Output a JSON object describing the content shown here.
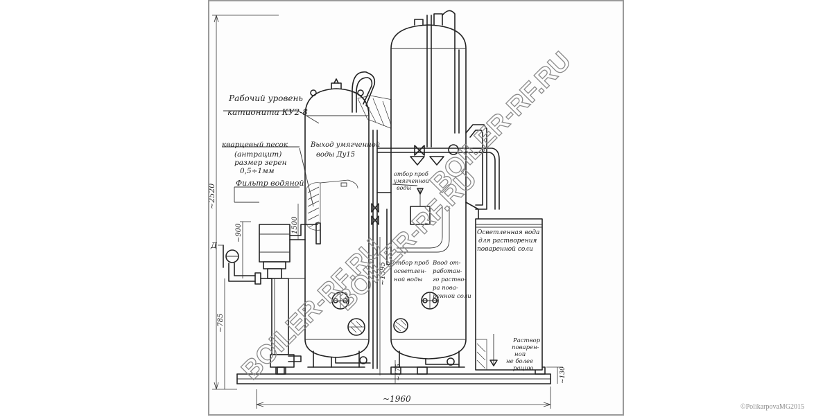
{
  "labels": {
    "work_level_1": "Рабочий уровень",
    "work_level_2": "катионита КУ2-8",
    "sand_1": "кварцевый песок",
    "sand_2": "(антрацит)",
    "sand_3": "размер зерен",
    "sand_4": "0,5÷1мм",
    "filter": "Фильтр водяной",
    "outlet_1": "Выход умягченной",
    "outlet_2": "воды Ду15",
    "sample_softened_1": "отбор проб",
    "sample_softened_2": "умягченной",
    "sample_softened_3": "воды",
    "sample_clarified_1": "отбор проб",
    "sample_clarified_2": "осветлен-",
    "sample_clarified_3": "ной воды",
    "regen_1": "Ввод от-",
    "regen_2": "работан-",
    "regen_3": "го раство-",
    "regen_4": "ра пова-",
    "regen_5": "ренной соли",
    "tank_1": "Осветленная вода",
    "tank_2": "для растворения",
    "tank_3": "поваренной соли",
    "brine_1": "Раствор",
    "brine_2": "поварен-",
    "brine_3": "ной",
    "brine_4": "не более",
    "brine_5": "рацию",
    "inlet_marker": "Д"
  },
  "dimensions": {
    "height_total": "~2520",
    "height_785": "~785",
    "dim_900": "~900",
    "dim_1500": "1500",
    "dim_1595": "~1595",
    "dim_175": "~175",
    "dim_130": "~130",
    "width_total": "~1960"
  },
  "watermarks": {
    "wm_1": "BOILER-RF.RU",
    "wm_2": "BOILER-RF.RU",
    "wm_3": "BOILER-RF.RU"
  },
  "copyright": "©PolikarpovaMG2015"
}
